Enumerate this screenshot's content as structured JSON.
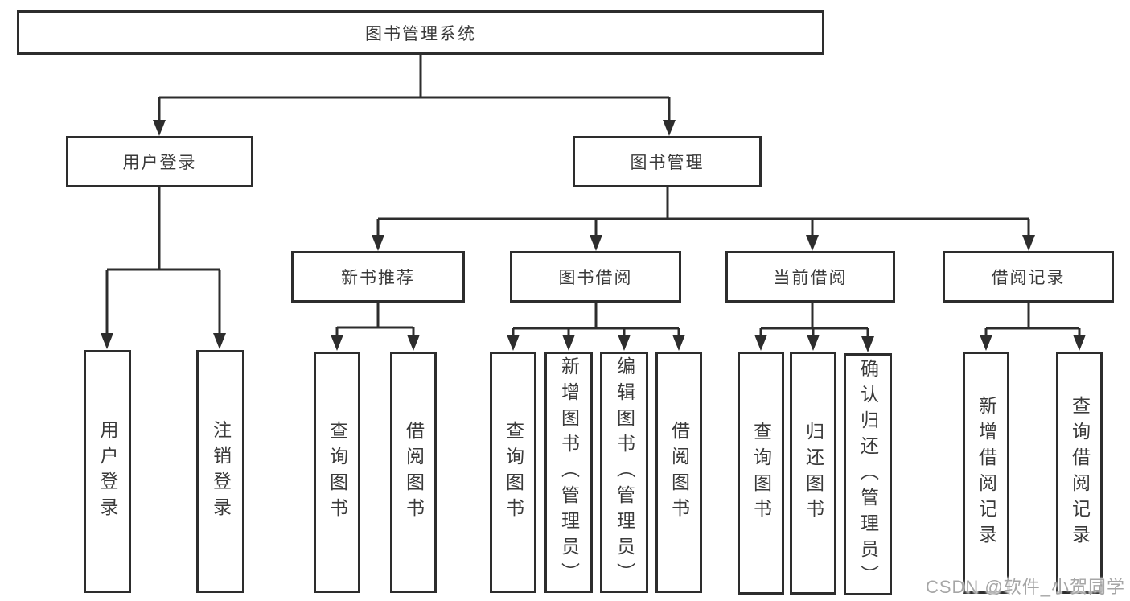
{
  "colors": {
    "line": "#2d2d2d",
    "box_border": "#2d2d2d",
    "text": "#3a3a3a",
    "watermark": "#a6a6a6",
    "background": "#ffffff"
  },
  "watermark": {
    "text": "CSDN @软件_小贺同学"
  },
  "tree": {
    "root": {
      "label": "图书管理系统",
      "children": [
        {
          "label": "用户登录",
          "children": [
            {
              "label": "用户登录"
            },
            {
              "label": "注销登录"
            }
          ]
        },
        {
          "label": "图书管理",
          "children": [
            {
              "label": "新书推荐",
              "children": [
                {
                  "label": "查询图书"
                },
                {
                  "label": "借阅图书"
                }
              ]
            },
            {
              "label": "图书借阅",
              "children": [
                {
                  "label": "查询图书"
                },
                {
                  "label": "新增图书（管理员）"
                },
                {
                  "label": "编辑图书（管理员）"
                },
                {
                  "label": "借阅图书"
                }
              ]
            },
            {
              "label": "当前借阅",
              "children": [
                {
                  "label": "查询图书"
                },
                {
                  "label": "归还图书"
                },
                {
                  "label": "确认归还（管理员）"
                }
              ]
            },
            {
              "label": "借阅记录",
              "children": [
                {
                  "label": "新增借阅记录"
                },
                {
                  "label": "查询借阅记录"
                }
              ]
            }
          ]
        }
      ]
    }
  }
}
